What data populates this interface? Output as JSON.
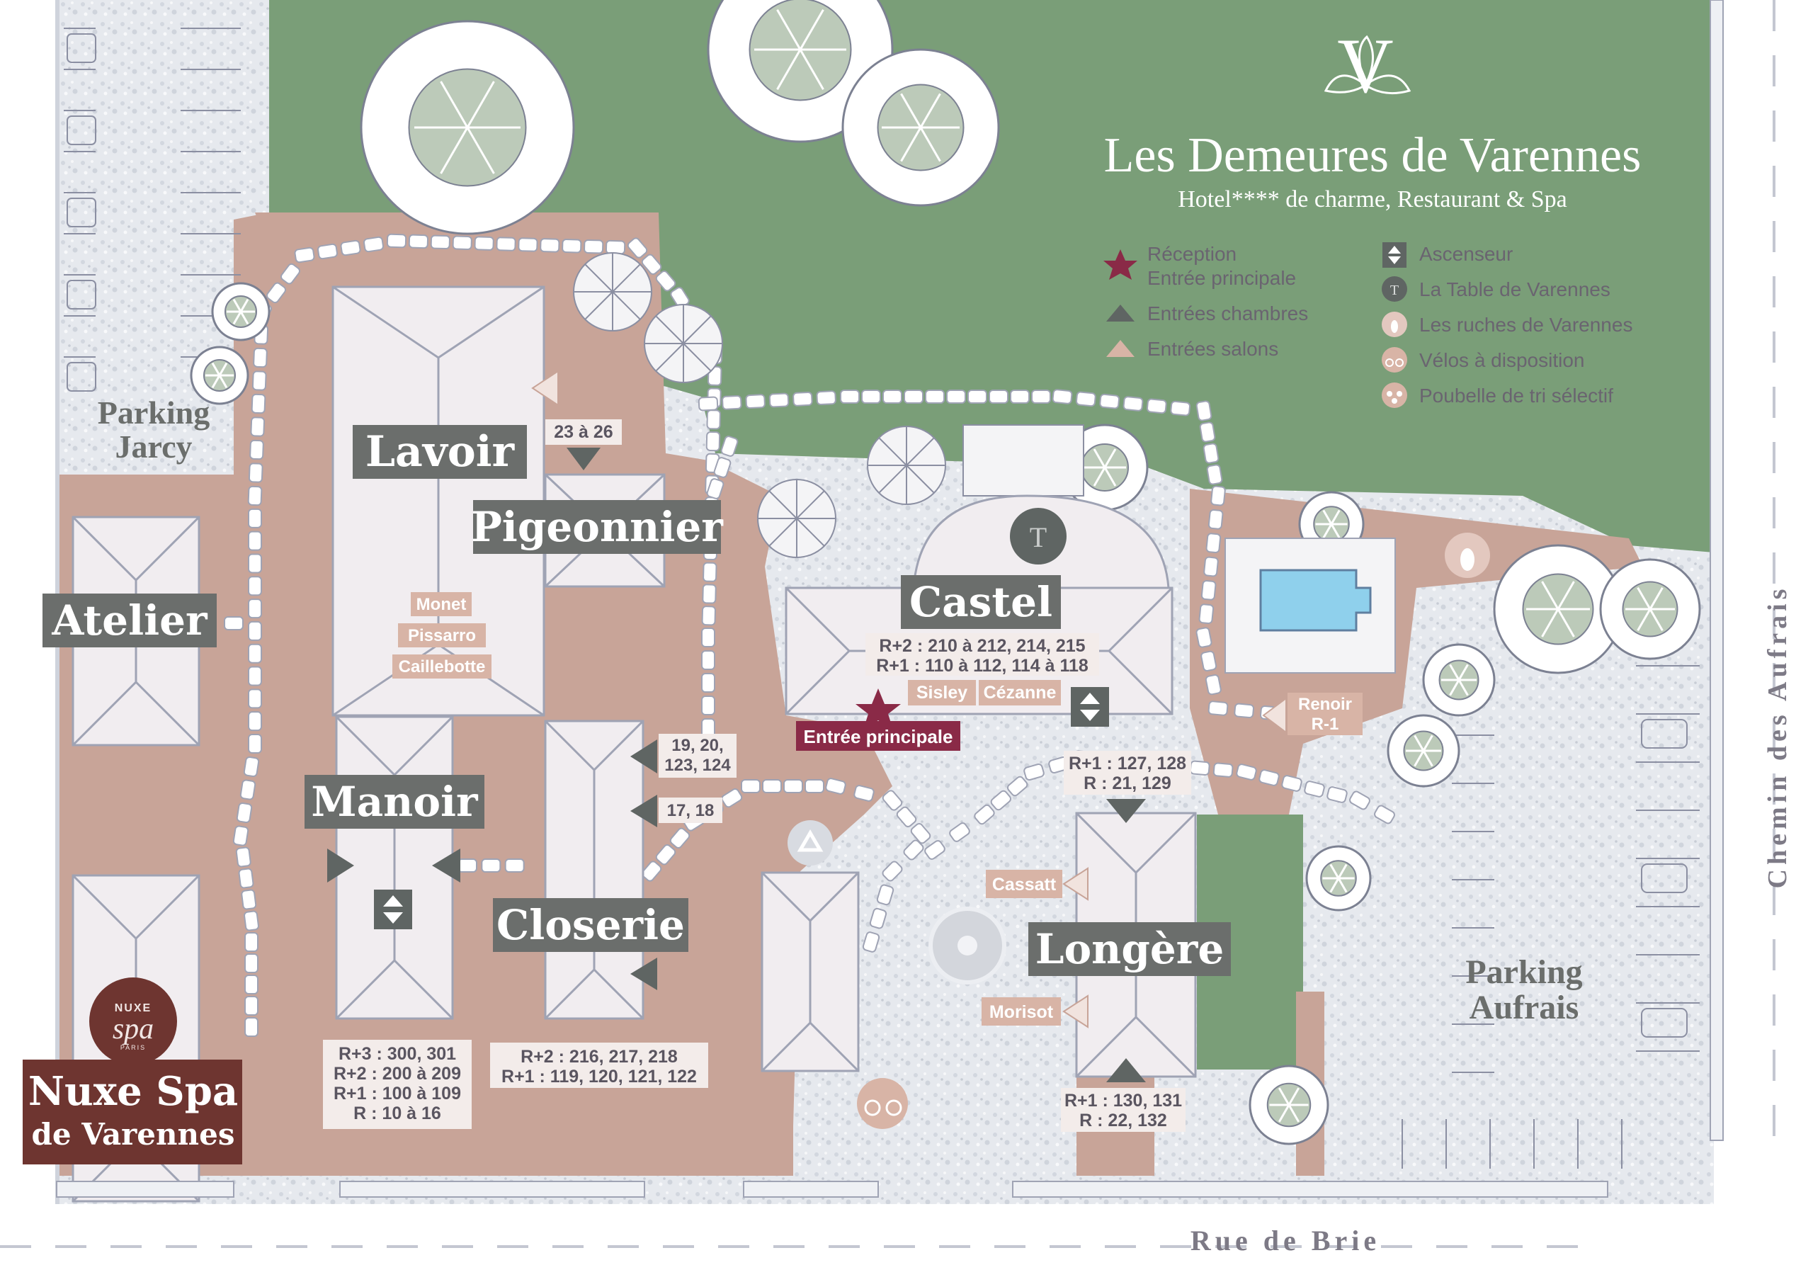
{
  "colors": {
    "lawn": "#7a9e78",
    "ground": "#c8a498",
    "gravel": "#e4e7ec",
    "roof": "#f1edf0",
    "roof_stroke": "#9fa3b4",
    "label_box": "#6b6e6c",
    "reception": "#8a2a47",
    "spa": "#6e3530",
    "tag": "#d8b4a6",
    "pool": "#8fd0ec",
    "road_text": "#7d7a86"
  },
  "brand": {
    "logo_letter": "V",
    "title": "Les Demeures de Varennes",
    "subtitle": "Hotel**** de charme, Restaurant & Spa"
  },
  "legend": [
    {
      "icon": "reception-star-icon",
      "label": "Réception",
      "label2": "Entrée principale"
    },
    {
      "icon": "room-entrance-triangle-icon",
      "label": "Entrées chambres"
    },
    {
      "icon": "salon-entrance-triangle-icon",
      "label": "Entrées salons"
    },
    {
      "icon": "elevator-icon",
      "label": "Ascenseur"
    },
    {
      "icon": "restaurant-icon",
      "label": "La Table de Varennes"
    },
    {
      "icon": "beehive-icon",
      "label": "Les ruches de Varennes"
    },
    {
      "icon": "bicycle-icon",
      "label": "Vélos à disposition"
    },
    {
      "icon": "recycling-icon",
      "label": "Poubelle de tri sélectif"
    }
  ],
  "buildings": {
    "lavoir": "Lavoir",
    "pigeonnier": "Pigeonnier",
    "atelier": "Atelier",
    "manoir": "Manoir",
    "closerie": "Closerie",
    "castel": "Castel",
    "longere": "Longère",
    "spa_line1": "Nuxe Spa",
    "spa_line2": "de Varennes"
  },
  "parkings": {
    "jarcy_1": "Parking",
    "jarcy_2": "Jarcy",
    "aufrais_1": "Parking",
    "aufrais_2": "Aufrais"
  },
  "roads": {
    "south": "Rue de Brie",
    "east": "Chemin des Aufrais"
  },
  "spa_logo": {
    "brand": "NUXE",
    "word": "spa",
    "city": "PARIS"
  },
  "salons": {
    "monet": "Monet",
    "pissarro": "Pissarro",
    "caillebotte": "Caillebotte",
    "sisley": "Sisley",
    "cezanne": "Cézanne",
    "renoir_1": "Renoir",
    "renoir_2": "R-1",
    "cassatt": "Cassatt",
    "morisot": "Morisot"
  },
  "reception_label": "Entrée principale",
  "rooms": {
    "pigeonnier": "23 à 26",
    "castel_1": "R+2 : 210 à 212, 214, 215",
    "castel_2": "R+1 : 110 à 112, 114 à 118",
    "closerie_a1": "19, 20,",
    "closerie_a2": "123, 124",
    "closerie_b": "17, 18",
    "longere_top1": "R+1 : 127, 128",
    "longere_top2": "R : 21, 129",
    "longere_bot1": "R+1 : 130, 131",
    "longere_bot2": "R : 22, 132",
    "manoir_1": "R+3 : 300, 301",
    "manoir_2": "R+2 : 200 à 209",
    "manoir_3": "R+1 : 100 à 109",
    "manoir_4": "R : 10 à 16",
    "closerie_1": "R+2 : 216, 217, 218",
    "closerie_2": "R+1 : 119, 120, 121, 122"
  }
}
